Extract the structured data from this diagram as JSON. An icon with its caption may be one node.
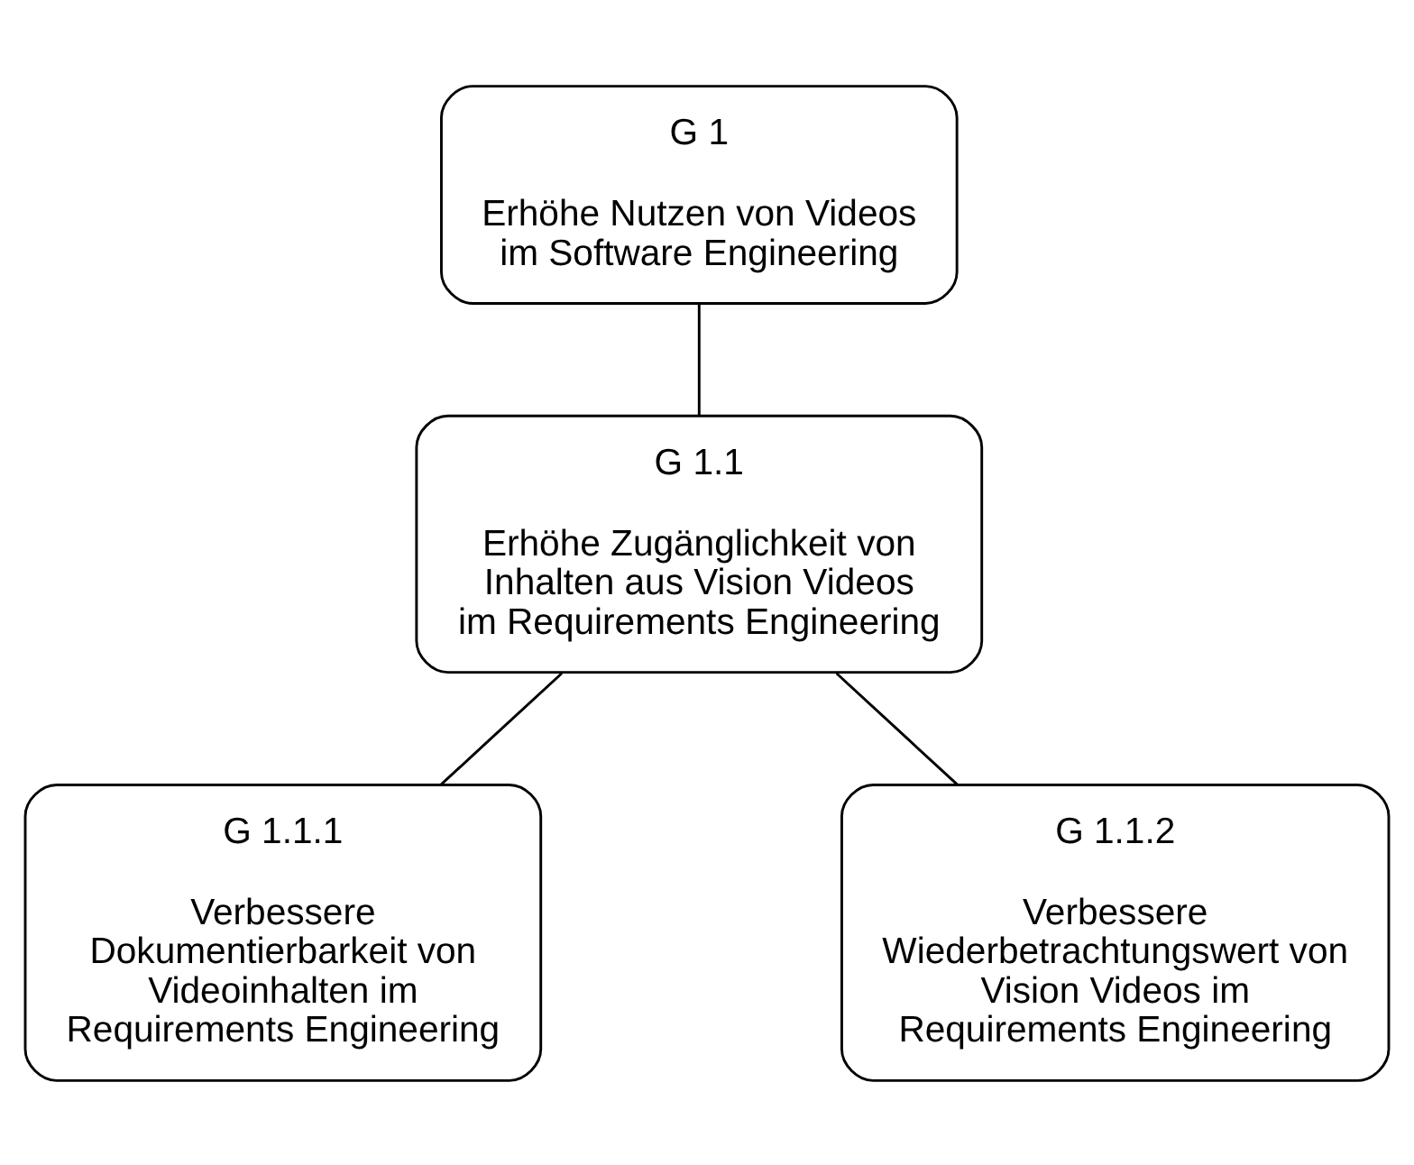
{
  "diagram": {
    "nodes": [
      {
        "text": [
          "G 1",
          "Erhöhe Nutzen von Videos im Software Engineering"
        ]
      },
      {
        "text": [
          "G 1.1",
          "Erhöhe Zugänglichkeit von Inhalten aus Vision Videos im Requirements Engineering"
        ]
      },
      {
        "text": [
          "G 1.1.1",
          "Verbessere Dokumentierbarkeit von Videoinhalten im Requirements Engineering"
        ]
      },
      {
        "text": [
          "G 1.1.2",
          "Verbessere Wiederbetrachtungswert von Vision Videos im Requirements Engineering"
        ]
      }
    ],
    "edges": [
      {
        "from": 0,
        "to": 1,
        "arrow": "none"
      },
      {
        "from": 1,
        "to": 2,
        "arrow": "none"
      },
      {
        "from": 1,
        "to": 3,
        "arrow": "none"
      }
    ]
  }
}
